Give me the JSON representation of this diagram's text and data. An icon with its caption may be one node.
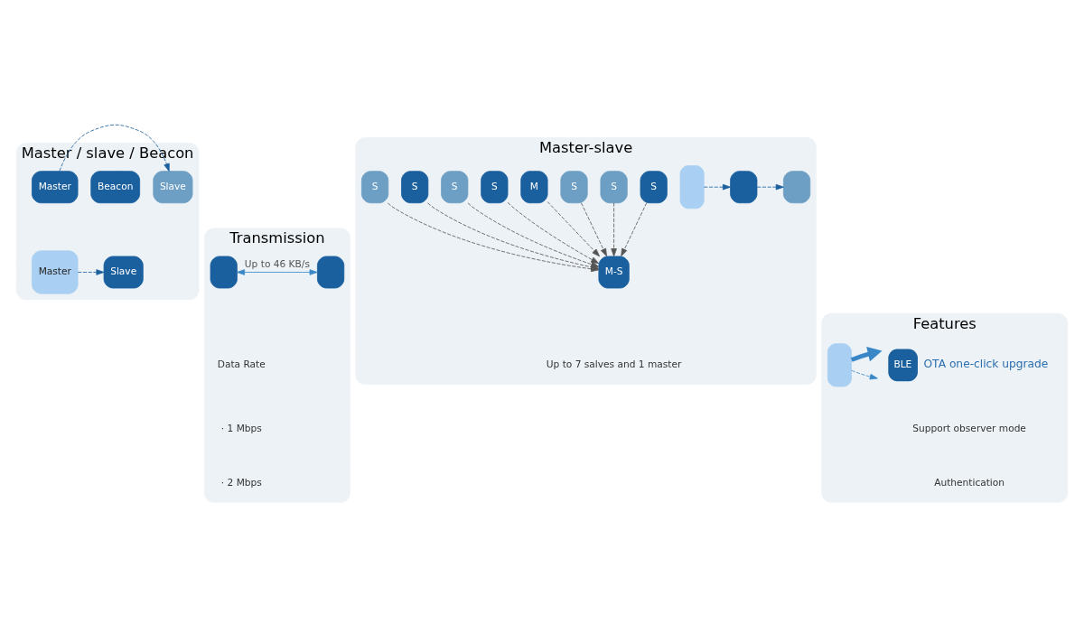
{
  "diagram": {
    "nodes": [
      {
        "text": [
          "Master / slave / Beacon"
        ]
      },
      {
        "text": [
          "Master"
        ],
        "in": 0
      },
      {
        "text": [
          "Slave"
        ],
        "in": 0
      },
      {
        "text": [
          "Master"
        ],
        "in": 0
      },
      {
        "text": [
          "Slave"
        ],
        "in": 0
      },
      {
        "text": [
          "Beacon"
        ],
        "in": 0
      },
      {
        "text": [
          "Master-slave"
        ]
      },
      {
        "text": [],
        "shape": "box",
        "in": 6
      },
      {
        "text": [],
        "shape": "box",
        "in": 6
      },
      {
        "text": [],
        "shape": "box",
        "in": 6
      },
      {
        "text": [
          "M-S"
        ],
        "in": 6
      },
      {
        "text": [
          "S"
        ],
        "in": 6
      },
      {
        "text": [
          "S"
        ],
        "in": 6
      },
      {
        "text": [
          "S"
        ],
        "in": 6
      },
      {
        "text": [
          "M"
        ],
        "in": 6
      },
      {
        "text": [
          "S"
        ],
        "in": 6
      },
      {
        "text": [
          "S"
        ],
        "in": 6
      },
      {
        "text": [
          "S"
        ],
        "in": 6
      },
      {
        "text": [
          "S"
        ],
        "in": 6
      },
      {
        "text": [
          "Transmission"
        ]
      },
      {
        "text": [],
        "shape": "box",
        "in": 19
      },
      {
        "text": [],
        "shape": "box",
        "in": 19
      },
      {
        "text": [
          "Features"
        ]
      },
      {
        "text": [],
        "shape": "box",
        "in": 22
      },
      {
        "text": [
          "BLE"
        ],
        "beside": [
          "OTA one-click upgrade"
        ],
        "in": 22
      }
    ],
    "edges": [
      {
        "from": 1,
        "to": 2,
        "arrow": "to",
        "style": "dashed",
        "color": "#1a5f9e"
      },
      {
        "from": 3,
        "to": 4,
        "arrow": "to",
        "style": "dashed",
        "color": "#1a5f9e"
      },
      {
        "from": 7,
        "to": 8,
        "arrow": "to",
        "style": "dashed",
        "color": "#1a5f9e"
      },
      {
        "from": 8,
        "to": 9,
        "arrow": "to",
        "style": "dashed",
        "color": "#1a5f9e"
      },
      {
        "from": 11,
        "to": 10,
        "arrow": "to",
        "style": "dashed"
      },
      {
        "from": 12,
        "to": 10,
        "arrow": "to",
        "style": "dashed"
      },
      {
        "from": 13,
        "to": 10,
        "arrow": "to",
        "style": "dashed"
      },
      {
        "from": 14,
        "to": 10,
        "arrow": "to",
        "style": "dashed"
      },
      {
        "from": 15,
        "to": 10,
        "arrow": "to",
        "style": "dashed"
      },
      {
        "from": 16,
        "to": 10,
        "arrow": "to",
        "style": "dashed"
      },
      {
        "from": 17,
        "to": 10,
        "arrow": "to",
        "style": "dashed"
      },
      {
        "from": 18,
        "to": 10,
        "arrow": "to",
        "style": "dashed"
      },
      {
        "from": 20,
        "to": 21,
        "arrow": "both",
        "label": "Up to 46 KB/s",
        "color": "#3a87c8"
      },
      {
        "from": 23,
        "to": 24,
        "arrow": "to",
        "style": "dashed",
        "color": "#3a87c8"
      },
      {
        "from": 23,
        "to": 24,
        "arrow": "to",
        "style": "thick",
        "color": "#3a87c8"
      }
    ],
    "labels": [
      "Up to 7 salves and 1 master",
      "Data Rate",
      "· 1 Mbps",
      "· 2 Mbps",
      "Support observer mode",
      "Authentication"
    ]
  }
}
